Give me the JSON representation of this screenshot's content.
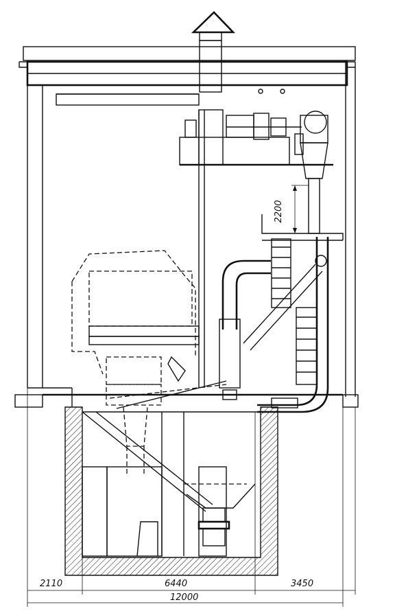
{
  "drawing": {
    "dimensions": {
      "bottom_left": "2110",
      "bottom_mid": "6440",
      "bottom_right": "3450",
      "overall": "12000",
      "vertical": "2200"
    }
  }
}
